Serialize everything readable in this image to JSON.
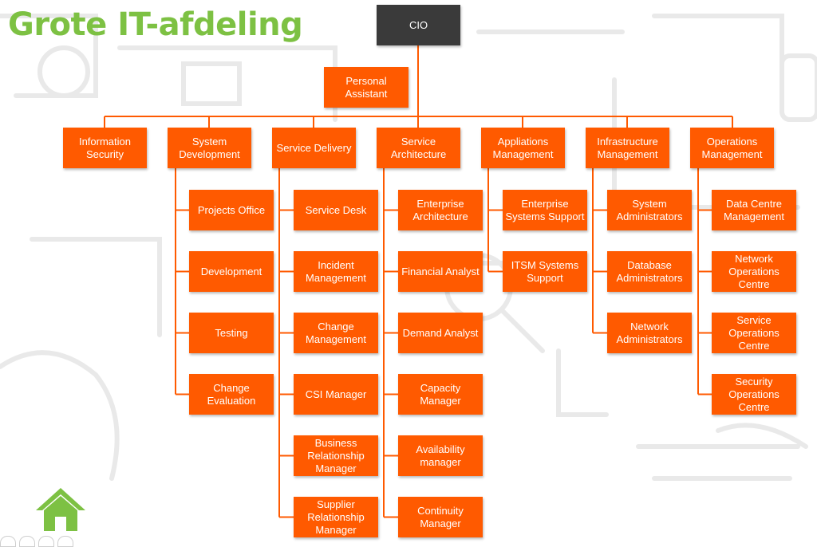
{
  "title": "Grote IT-afdeling",
  "colors": {
    "box": "#ff5a00",
    "top": "#3a3a3a",
    "title": "#7dc143",
    "home": "#7dc143"
  },
  "chart": {
    "cio": "CIO",
    "assistant": "Personal\nAssistant",
    "departments": [
      {
        "label": "Information\nSecurity",
        "children": []
      },
      {
        "label": "System\nDevelopment",
        "children": [
          "Projects Office",
          "Development",
          "Testing",
          "Change\nEvaluation"
        ]
      },
      {
        "label": "Service Delivery",
        "children": [
          "Service Desk",
          "Incident\nManagement",
          "Change\nManagement",
          "CSI Manager",
          "Business\nRelationship\nManager",
          "Supplier\nRelationship\nManager"
        ]
      },
      {
        "label": "Service\nArchitecture",
        "children": [
          "Enterprise\nArchitecture",
          "Financial Analyst",
          "Demand Analyst",
          "Capacity\nManager",
          "Availability\nmanager",
          "Continuity\nManager"
        ]
      },
      {
        "label": "Appliations\nManagement",
        "children": [
          "Enterprise\nSystems Support",
          "ITSM Systems\nSupport"
        ]
      },
      {
        "label": "Infrastructure\nManagement",
        "children": [
          "System\nAdministrators",
          "Database\nAdministrators",
          "Network\nAdministrators"
        ]
      },
      {
        "label": "Operations\nManagement",
        "children": [
          "Data Centre\nManagement",
          "Network\nOperations\nCentre",
          "Service\nOperations\nCentre",
          "Security\nOperations\nCentre"
        ]
      }
    ]
  },
  "home_icon": "home-icon"
}
